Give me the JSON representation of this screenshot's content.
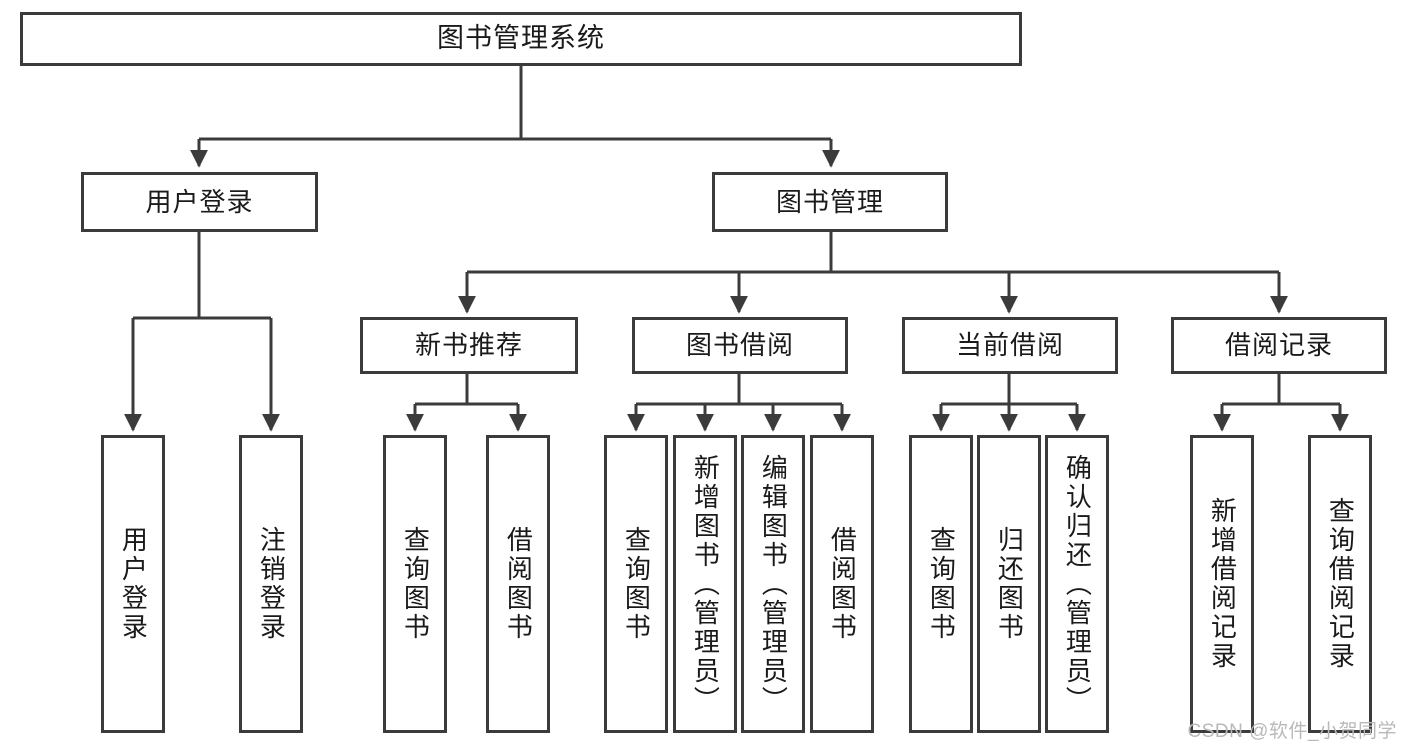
{
  "diagram": {
    "type": "tree-hierarchy-chart",
    "title_node": {
      "label": "图书管理系统"
    },
    "level2": [
      {
        "id": "user-login",
        "label": "用户登录"
      },
      {
        "id": "book-management",
        "label": "图书管理"
      }
    ],
    "level3": [
      {
        "id": "new-book-recommend",
        "label": "新书推荐",
        "parent": "book-management"
      },
      {
        "id": "book-borrow",
        "label": "图书借阅",
        "parent": "book-management"
      },
      {
        "id": "current-borrow",
        "label": "当前借阅",
        "parent": "book-management"
      },
      {
        "id": "borrow-record",
        "label": "借阅记录",
        "parent": "book-management"
      }
    ],
    "leaves": [
      {
        "id": "leaf-user-login",
        "label": "用户登录",
        "parent": "user-login"
      },
      {
        "id": "leaf-logout-login",
        "label": "注销登录",
        "parent": "user-login"
      },
      {
        "id": "leaf-query-book-1",
        "label": "查询图书",
        "parent": "new-book-recommend"
      },
      {
        "id": "leaf-borrow-book-1",
        "label": "借阅图书",
        "parent": "new-book-recommend"
      },
      {
        "id": "leaf-query-book-2",
        "label": "查询图书",
        "parent": "book-borrow"
      },
      {
        "id": "leaf-add-book",
        "label": "新增图书（管理员）",
        "parent": "book-borrow"
      },
      {
        "id": "leaf-edit-book",
        "label": "编辑图书（管理员）",
        "parent": "book-borrow"
      },
      {
        "id": "leaf-borrow-book-2",
        "label": "借阅图书",
        "parent": "book-borrow"
      },
      {
        "id": "leaf-query-book-3",
        "label": "查询图书",
        "parent": "current-borrow"
      },
      {
        "id": "leaf-return-book",
        "label": "归还图书",
        "parent": "current-borrow"
      },
      {
        "id": "leaf-confirm-return",
        "label": "确认归还（管理员）",
        "parent": "current-borrow"
      },
      {
        "id": "leaf-add-record",
        "label": "新增借阅记录",
        "parent": "borrow-record"
      },
      {
        "id": "leaf-query-record",
        "label": "查询借阅记录",
        "parent": "borrow-record"
      }
    ],
    "watermark": "CSDN @软件_小贺同学",
    "colors": {
      "stroke": "#3b3b3b",
      "background": "#ffffff",
      "text": "#1a1a1a",
      "watermark": "#b9b9b9"
    }
  }
}
